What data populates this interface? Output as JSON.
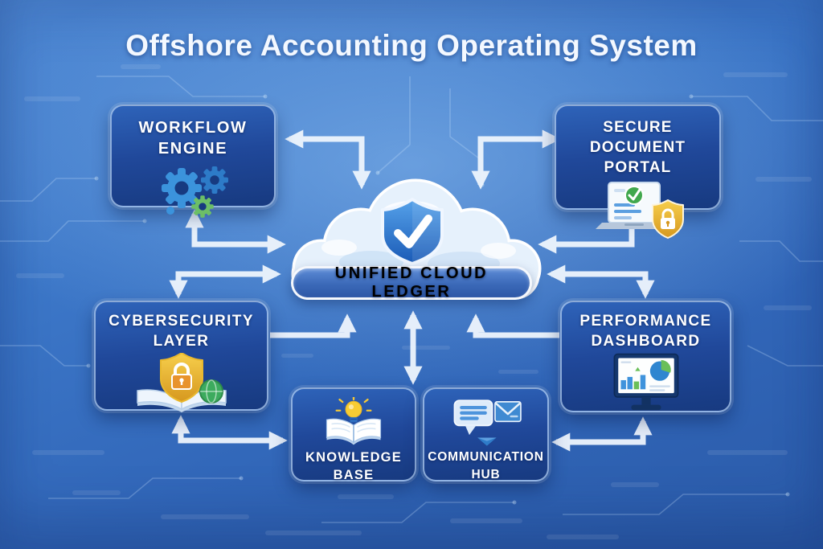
{
  "title": "Offshore Accounting Operating System",
  "center_node": {
    "label": "UNIFIED CLOUD LEDGER",
    "icon": "cloud-shield-check-icon"
  },
  "nodes": {
    "workflow_engine": {
      "label": "WORKFLOW\nENGINE",
      "icon": "gears-icon"
    },
    "secure_document_portal": {
      "label": "SECURE\nDOCUMENT PORTAL",
      "icon": "laptop-verified-shield-icon"
    },
    "cybersecurity_layer": {
      "label": "CYBERSECURITY\nLAYER",
      "icon": "shield-lock-globe-book-icon"
    },
    "performance_dashboard": {
      "label": "PERFORMANCE\nDASHBOARD",
      "icon": "monitor-charts-icon"
    },
    "knowledge_base": {
      "label": "KNOWLEDGE\nBASE",
      "icon": "open-book-lightbulb-icon"
    },
    "communication_hub": {
      "label": "COMMUNICATION\nHUB",
      "icon": "chat-envelope-icon"
    }
  },
  "connections": [
    {
      "from": "workflow-engine",
      "to": "unified-cloud-ledger",
      "route": "elbow-top-left",
      "bidirectional": true
    },
    {
      "from": "secure-document-portal",
      "to": "unified-cloud-ledger",
      "route": "elbow-top-right",
      "bidirectional": true
    },
    {
      "from": "workflow-engine",
      "to": "unified-cloud-ledger",
      "route": "elbow-side-left-upper",
      "bidirectional": true
    },
    {
      "from": "unified-cloud-ledger",
      "to": "cybersecurity-layer",
      "route": "elbow-side-left-lower",
      "bidirectional": true
    },
    {
      "from": "secure-document-portal",
      "to": "unified-cloud-ledger",
      "route": "elbow-side-right-upper",
      "bidirectional": true
    },
    {
      "from": "unified-cloud-ledger",
      "to": "performance-dashboard",
      "route": "elbow-side-right-lower",
      "bidirectional": true
    },
    {
      "from": "unified-cloud-ledger",
      "to": "bottom-hub-gap",
      "route": "vertical-center",
      "bidirectional": true
    },
    {
      "from": "cybersecurity-layer",
      "to": "unified-cloud-ledger",
      "route": "elbow-up-left",
      "bidirectional": false
    },
    {
      "from": "performance-dashboard",
      "to": "unified-cloud-ledger",
      "route": "elbow-up-right",
      "bidirectional": false
    },
    {
      "from": "cybersecurity-layer",
      "to": "knowledge-base",
      "route": "elbow-bottom-left",
      "bidirectional": true
    },
    {
      "from": "performance-dashboard",
      "to": "communication-hub",
      "route": "elbow-bottom-right",
      "bidirectional": true
    }
  ],
  "colors": {
    "background": "#3a74c6",
    "node_fill": "#1f4796",
    "node_border": "#b9d4f5",
    "arrow": "#eef5fd",
    "gold": "#e9b02e",
    "green": "#4fae57",
    "cloud_fill": "#e6f1fc",
    "shield_blue": "#2d7bd0",
    "text": "#ffffff"
  }
}
